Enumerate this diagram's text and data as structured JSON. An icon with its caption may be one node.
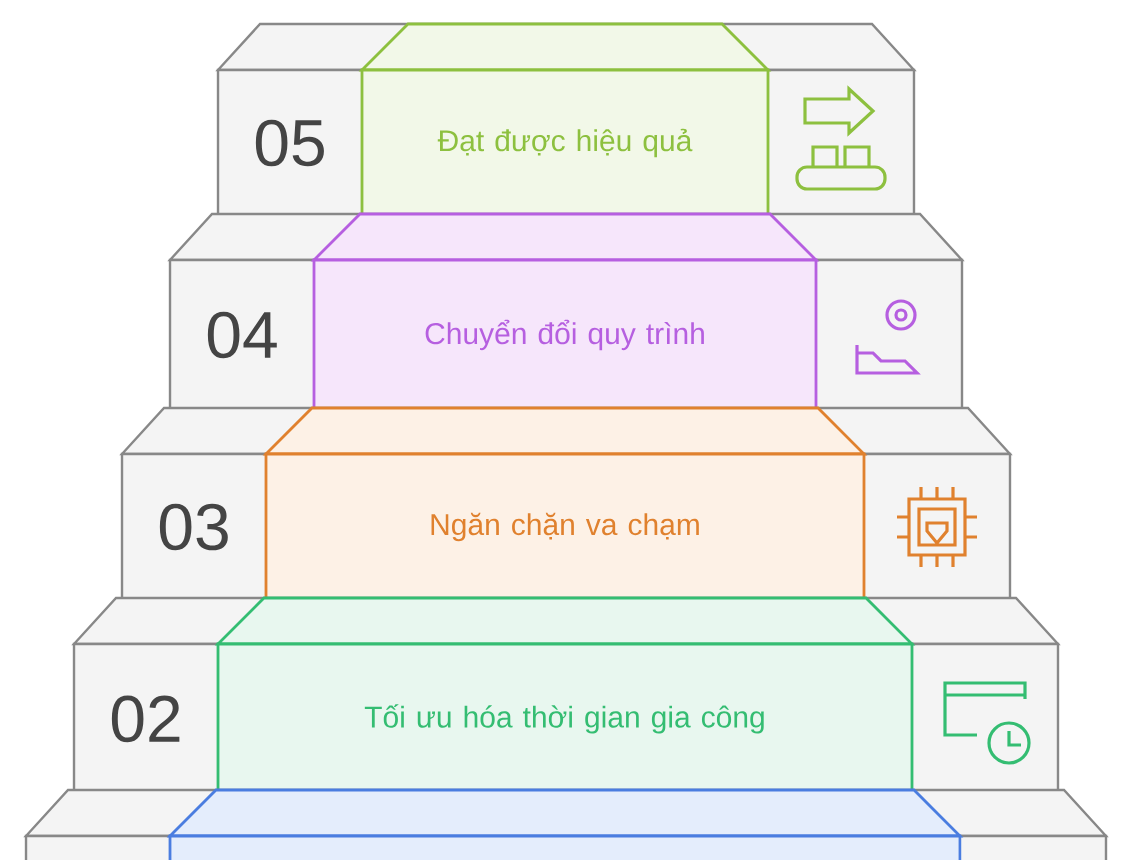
{
  "diagram": {
    "nodes": [
      {
        "text": [
          "05"
        ]
      },
      {
        "text": [
          "Đạt được hiệu quả"
        ],
        "in": 0
      },
      {
        "text": [
          "04"
        ]
      },
      {
        "text": [
          "Chuyển đổi quy trình"
        ],
        "in": 2
      },
      {
        "text": [
          "03"
        ]
      },
      {
        "text": [
          "Ngăn chặn va chạm"
        ],
        "in": 4
      },
      {
        "text": [
          "02"
        ]
      },
      {
        "text": [
          "Tối ưu hóa thời gian gia công"
        ],
        "in": 6
      },
      {
        "text": [],
        "shape": "box"
      },
      {
        "text": [],
        "shape": "box",
        "in": 8
      }
    ]
  }
}
